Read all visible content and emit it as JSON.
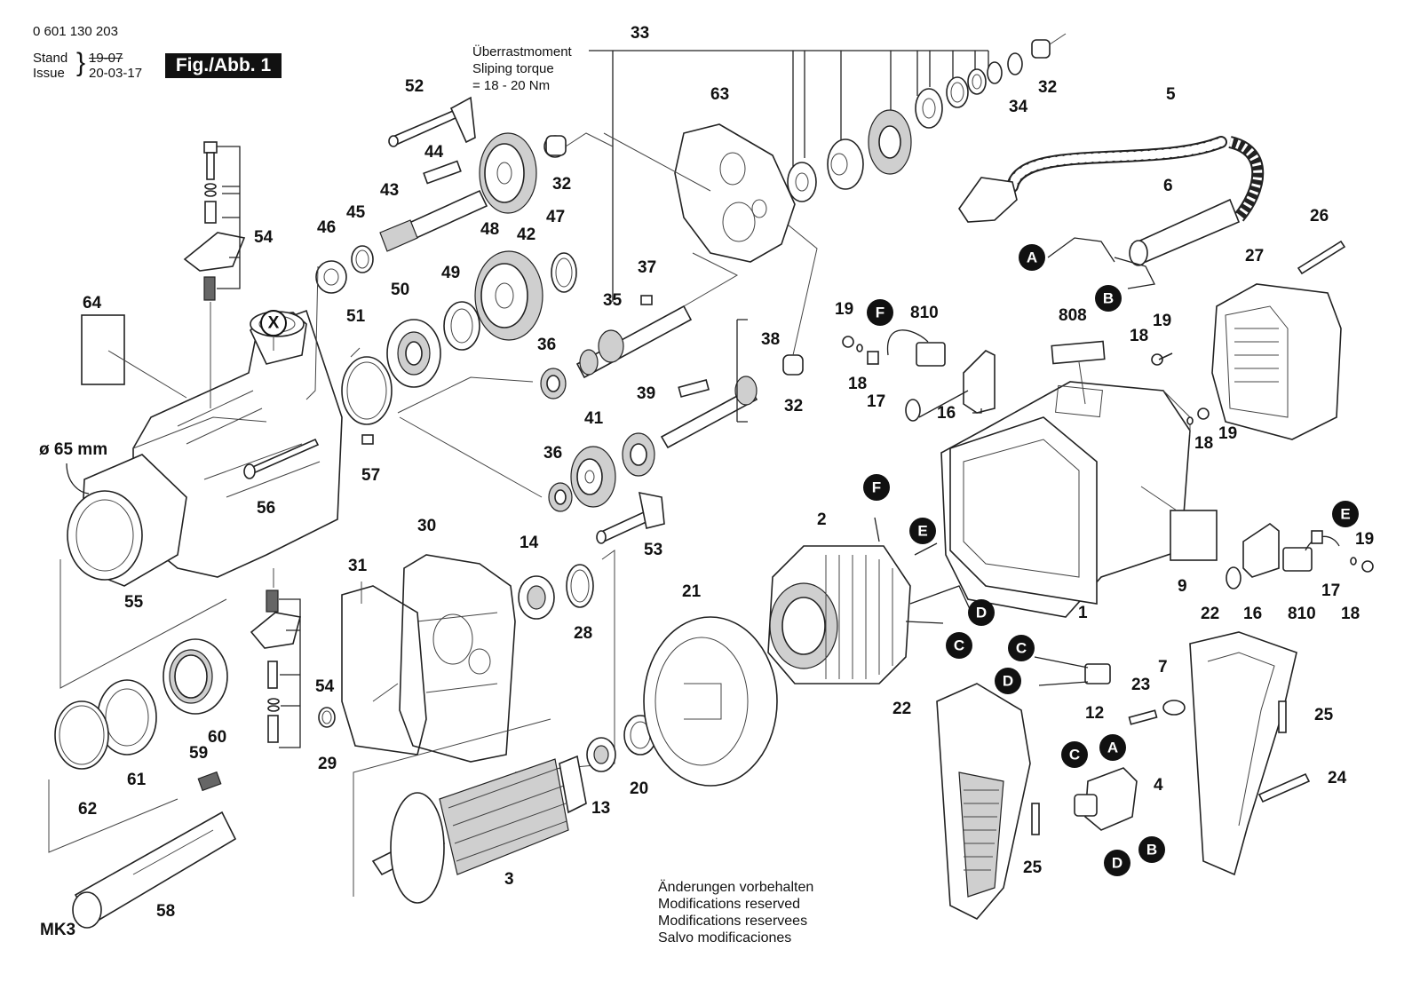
{
  "header": {
    "part_number": "0 601 130 203",
    "stand_label": "Stand",
    "issue_label": "Issue",
    "stand_date_struck": "19-07",
    "issue_date": "20-03-17",
    "fig_label": "Fig./Abb. 1"
  },
  "torque_note": {
    "line1": "Überrastmoment",
    "line2": "Sliping torque",
    "line3": "= 18 - 20 Nm"
  },
  "labels": {
    "diameter": "ø 65 mm",
    "taper": "MK3",
    "x_marker": "X"
  },
  "notes": [
    "Änderungen vorbehalten",
    "Modifications reserved",
    "Modifications reservees",
    "Salvo modificaciones"
  ],
  "callouts": [
    "1",
    "2",
    "3",
    "4",
    "5",
    "6",
    "7",
    "9",
    "12",
    "13",
    "14",
    "16",
    "16",
    "17",
    "17",
    "18",
    "18",
    "18",
    "18",
    "19",
    "19",
    "19",
    "19",
    "20",
    "21",
    "22",
    "22",
    "23",
    "24",
    "25",
    "25",
    "26",
    "27",
    "28",
    "29",
    "30",
    "31",
    "32",
    "32",
    "32",
    "33",
    "34",
    "35",
    "36",
    "36",
    "37",
    "38",
    "39",
    "41",
    "42",
    "43",
    "44",
    "45",
    "46",
    "47",
    "48",
    "49",
    "50",
    "51",
    "52",
    "53",
    "54",
    "54",
    "55",
    "56",
    "57",
    "58",
    "59",
    "60",
    "61",
    "62",
    "63",
    "64",
    "808",
    "810",
    "810"
  ],
  "connectors": [
    "A",
    "A",
    "B",
    "B",
    "C",
    "C",
    "C",
    "D",
    "D",
    "D",
    "E",
    "E",
    "F",
    "F"
  ]
}
